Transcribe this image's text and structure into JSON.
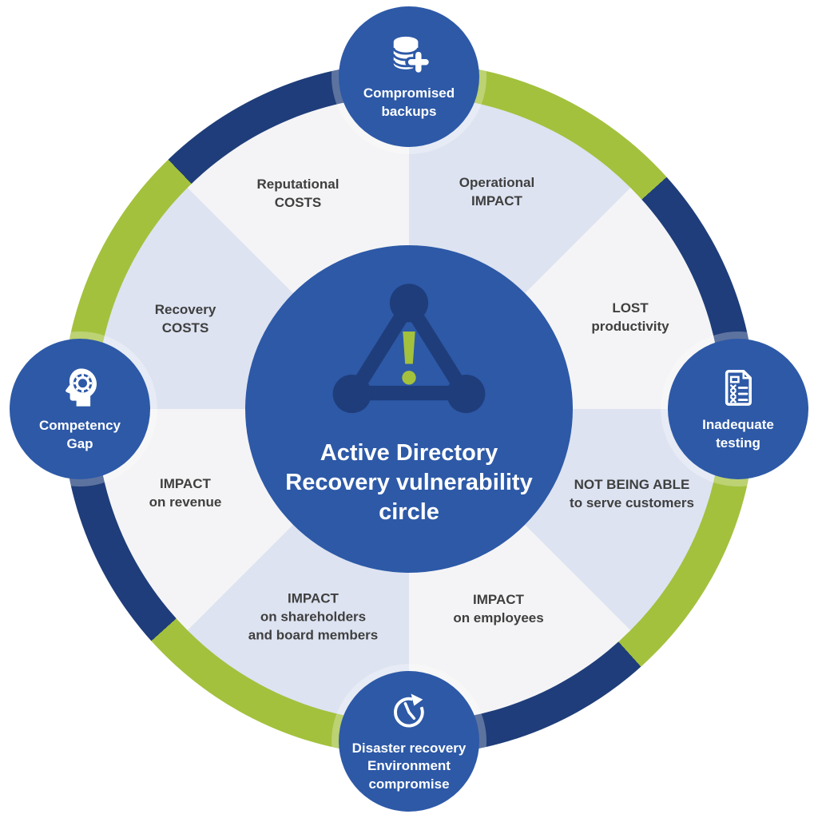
{
  "diagram": {
    "title_lines": [
      "Active Directory",
      "Recovery vulnerability",
      "circle"
    ]
  },
  "satellites": {
    "top": {
      "lines": [
        "Compromised",
        "backups"
      ],
      "icon": "database-add"
    },
    "right": {
      "lines": [
        "Inadequate",
        "testing"
      ],
      "icon": "failed-test-report"
    },
    "bottom": {
      "lines": [
        "Disaster recovery",
        "Environment",
        "compromise"
      ],
      "icon": "clock-restore"
    },
    "left": {
      "lines": [
        "Competency",
        "Gap"
      ],
      "icon": "head-gear"
    }
  },
  "wedges": [
    {
      "id": "reputational-costs",
      "lines": [
        "Reputational",
        "COSTS"
      ]
    },
    {
      "id": "operational-impact",
      "lines": [
        "Operational",
        "IMPACT"
      ]
    },
    {
      "id": "lost-productivity",
      "lines": [
        "LOST",
        "productivity"
      ]
    },
    {
      "id": "not-serve-customers",
      "lines": [
        "NOT BEING ABLE",
        "to serve customers"
      ]
    },
    {
      "id": "impact-employees",
      "lines": [
        "IMPACT",
        "on employees"
      ]
    },
    {
      "id": "impact-shareholders",
      "lines": [
        "IMPACT",
        "on shareholders",
        "and board members"
      ]
    },
    {
      "id": "impact-revenue",
      "lines": [
        "IMPACT",
        "on revenue"
      ]
    },
    {
      "id": "recovery-costs",
      "lines": [
        "Recovery",
        "COSTS"
      ]
    }
  ],
  "colors": {
    "circle_blue": "#2d59a7",
    "ring_navy": "#1f3d7a",
    "ring_green": "#a3c13d",
    "wedge_light": "#f4f4f6",
    "wedge_lavender": "#dde3f1",
    "wedge_text": "#3f3f3f",
    "text_on_blue": "#ffffff"
  }
}
